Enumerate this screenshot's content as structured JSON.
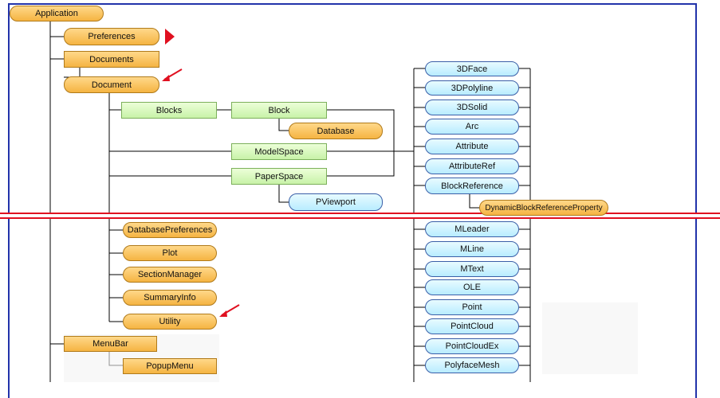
{
  "nodes": {
    "application": "Application",
    "preferences": "Preferences",
    "documents": "Documents",
    "document": "Document",
    "blocks": "Blocks",
    "block": "Block",
    "database": "Database",
    "modelspace": "ModelSpace",
    "paperspace": "PaperSpace",
    "pviewport": "PViewport",
    "dbprefs": "DatabasePreferences",
    "plot": "Plot",
    "sectionmanager": "SectionManager",
    "summaryinfo": "SummaryInfo",
    "utility": "Utility",
    "menubar": "MenuBar",
    "popupmenu": "PopupMenu",
    "e3dface": "3DFace",
    "e3dpolyline": "3DPolyline",
    "e3dsolid": "3DSolid",
    "arc": "Arc",
    "attribute": "Attribute",
    "attributeref": "AttributeRef",
    "blockreference": "BlockReference",
    "dynblockrefprop": "DynamicBlockReferenceProperty",
    "mleader": "MLeader",
    "mline": "MLine",
    "mtext": "MText",
    "ole": "OLE",
    "point": "Point",
    "pointcloud": "PointCloud",
    "pointcloudex": "PointCloudEx",
    "polyfacemesh": "PolyfaceMesh"
  },
  "colors": {
    "frame": "#2233aa",
    "connector": "#000000",
    "marker_red": "#e01020"
  }
}
